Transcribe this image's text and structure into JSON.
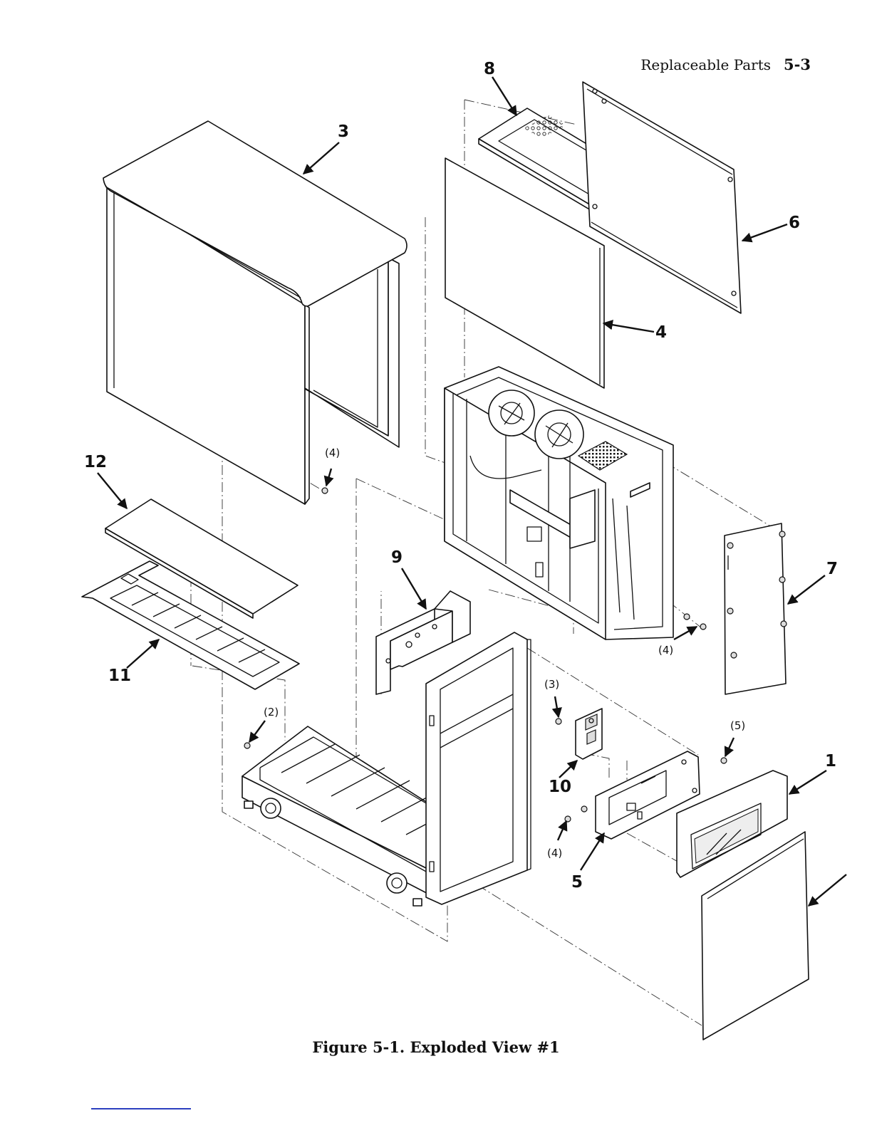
{
  "header": {
    "section_title": "Replaceable Parts",
    "page_number": "5-3"
  },
  "figure": {
    "caption": "Figure 5-1. Exploded View #1"
  },
  "callouts": [
    "1",
    "3",
    "4",
    "5",
    "6",
    "7",
    "8",
    "9",
    "10",
    "11",
    "12"
  ],
  "quantities": [
    "(4)",
    "(4)",
    "(3)",
    "(2)",
    "(5)",
    "(4)"
  ]
}
